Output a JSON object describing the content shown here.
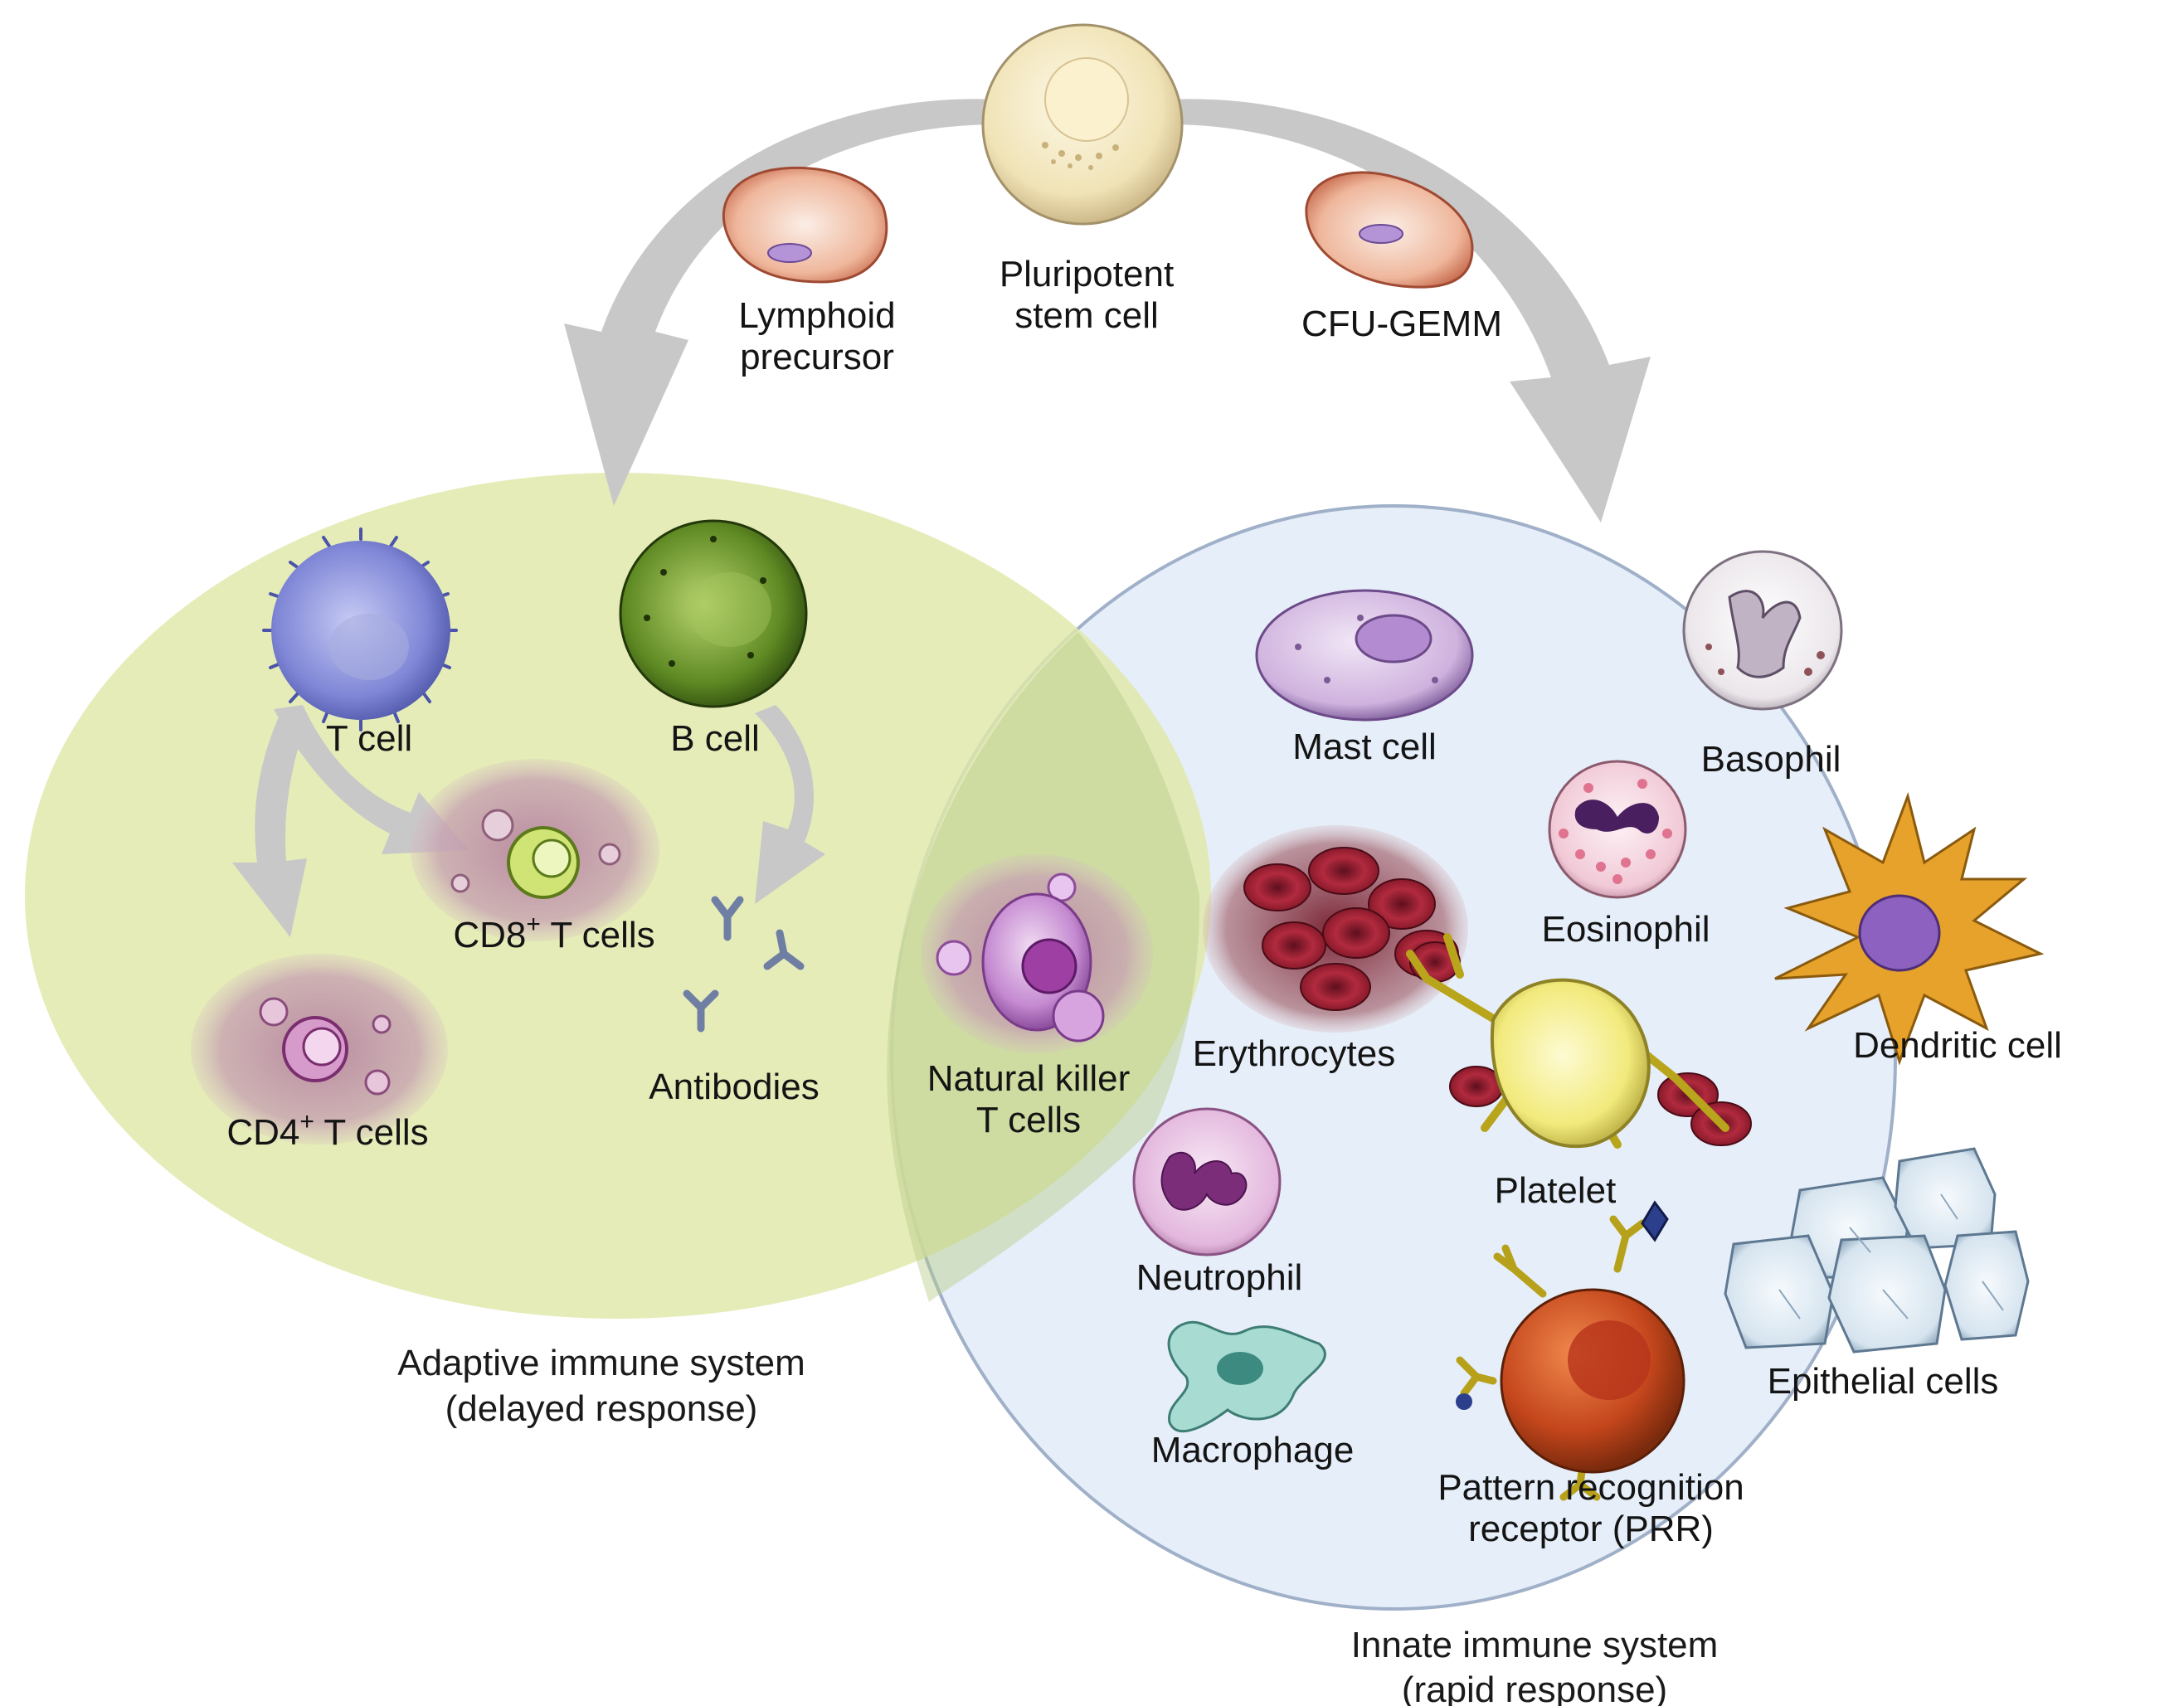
{
  "top": {
    "stem_cell": [
      "Pluripotent",
      "stem cell"
    ],
    "lymphoid": [
      "Lymphoid",
      "precursor"
    ],
    "myeloid": "CFU-GEMM"
  },
  "adaptive": {
    "caption": [
      "Adaptive immune system",
      "(delayed response)"
    ],
    "t_cell": "T cell",
    "b_cell": "B cell",
    "cd8": {
      "prefix": "CD8",
      "sup": "+",
      "suffix": " T cells"
    },
    "cd4": {
      "prefix": "CD4",
      "sup": "+",
      "suffix": " T cells"
    },
    "antibodies": "Antibodies"
  },
  "shared": {
    "nk": [
      "Natural killer",
      "T cells"
    ]
  },
  "innate": {
    "caption": [
      "Innate immune system",
      "(rapid response)"
    ],
    "mast": "Mast cell",
    "basophil": "Basophil",
    "eosinophil": "Eosinophil",
    "erythrocytes": "Erythrocytes",
    "dendritic": "Dendritic cell",
    "platelet": "Platelet",
    "neutrophil": "Neutrophil",
    "epithelial": "Epithelial cells",
    "macrophage": "Macrophage",
    "prr": [
      "Pattern recognition",
      "receptor (PRR)"
    ]
  },
  "colors": {
    "adaptive_fill": "#dfe8a8",
    "innate_fill": "#e6eef9",
    "overlap_fill": "#b8cc8a",
    "arrow": "#c8c8c8"
  }
}
